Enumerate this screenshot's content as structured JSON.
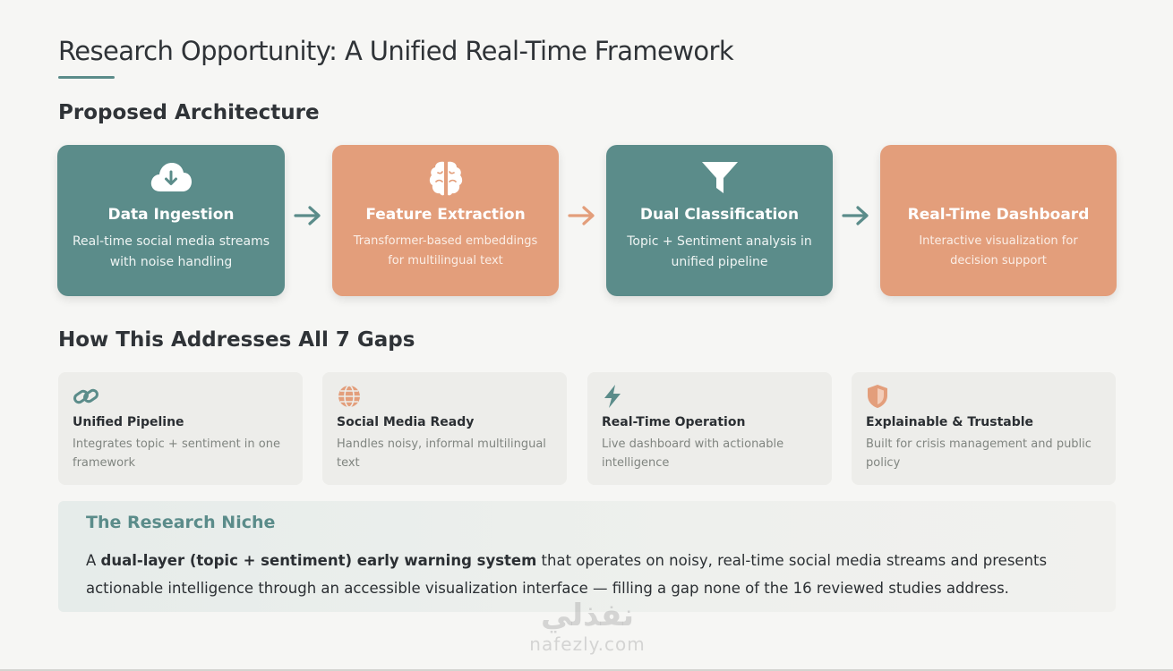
{
  "title": "Research Opportunity: A Unified Real-Time Framework",
  "architecture": {
    "heading": "Proposed Architecture",
    "steps": [
      {
        "title": "Data Ingestion",
        "desc": "Real-time social media streams with noise handling",
        "icon": "cloud-download-icon",
        "color": "#5b8c8a"
      },
      {
        "title": "Feature Extraction",
        "desc": "Transformer-based embeddings for multilingual text",
        "icon": "brain-icon",
        "color": "#e39e7b"
      },
      {
        "title": "Dual Classification",
        "desc": "Topic + Sentiment analysis in unified pipeline",
        "icon": "filter-icon",
        "color": "#5b8c8a"
      },
      {
        "title": "Real-Time Dashboard",
        "desc": "Interactive visualization for decision support",
        "icon": "dashboard-icon",
        "color": "#e39e7b"
      }
    ]
  },
  "gaps": {
    "heading": "How This Addresses All 7 Gaps",
    "items": [
      {
        "title": "Unified Pipeline",
        "desc": "Integrates topic + sentiment in one framework",
        "icon": "link-icon"
      },
      {
        "title": "Social Media Ready",
        "desc": "Handles noisy, informal multilingual text",
        "icon": "globe-icon"
      },
      {
        "title": "Real-Time Operation",
        "desc": "Live dashboard with actionable intelligence",
        "icon": "bolt-icon"
      },
      {
        "title": "Explainable & Trustable",
        "desc": "Built for crisis management and public policy",
        "icon": "shield-icon"
      }
    ]
  },
  "niche": {
    "title": "The Research Niche",
    "text_prefix": "A ",
    "text_bold": "dual-layer (topic + sentiment) early warning system",
    "text_suffix": " that operates on noisy, real-time social media streams and presents actionable intelligence through an accessible visualization interface — filling a gap none of the 16 reviewed studies address."
  },
  "watermark": {
    "logo": "نفذلي",
    "site": "nafezly.com"
  },
  "colors": {
    "teal": "#5b8c8a",
    "orange": "#e39e7b"
  }
}
